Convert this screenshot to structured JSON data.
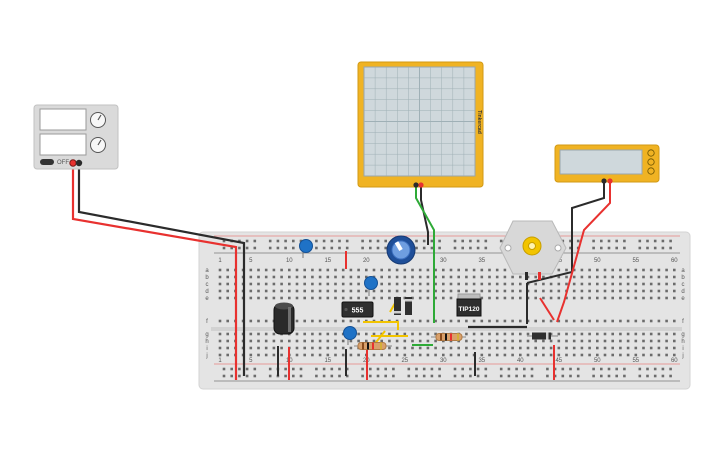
{
  "colors": {
    "canvas": "#ffffff",
    "breadboard": "#e4e4e4",
    "rail_red": "#e8312f",
    "rail_black": "#222222",
    "wire_red": "#e8312f",
    "wire_black": "#2b2b2b",
    "wire_green": "#2eaa37",
    "wire_yellow": "#f2c400",
    "instrument_frame": "#f0b323",
    "scope_screen": "#cfd8dc",
    "capacitor_blue": "#1f72c6",
    "ic_body": "#2f2f2f"
  },
  "power_supply": {
    "icon": "dc-power-supply-icon",
    "off_label": "OFF"
  },
  "oscilloscope": {
    "icon": "oscilloscope-icon",
    "brand": "Tinkercad"
  },
  "multimeter": {
    "icon": "multimeter-icon"
  },
  "motor": {
    "icon": "dc-motor-icon"
  },
  "potentiometer": {
    "icon": "potentiometer-icon"
  },
  "breadboard": {
    "column_labels": [
      "1",
      "5",
      "10",
      "15",
      "20",
      "25",
      "30",
      "35",
      "40",
      "45",
      "50",
      "55",
      "60"
    ],
    "row_labels_top": [
      "a",
      "b",
      "c",
      "d",
      "e"
    ],
    "row_labels_bottom": [
      "f",
      "g",
      "h",
      "i",
      "j"
    ]
  },
  "ic_555": {
    "label": "555"
  },
  "transistor": {
    "label": "TIP120"
  }
}
